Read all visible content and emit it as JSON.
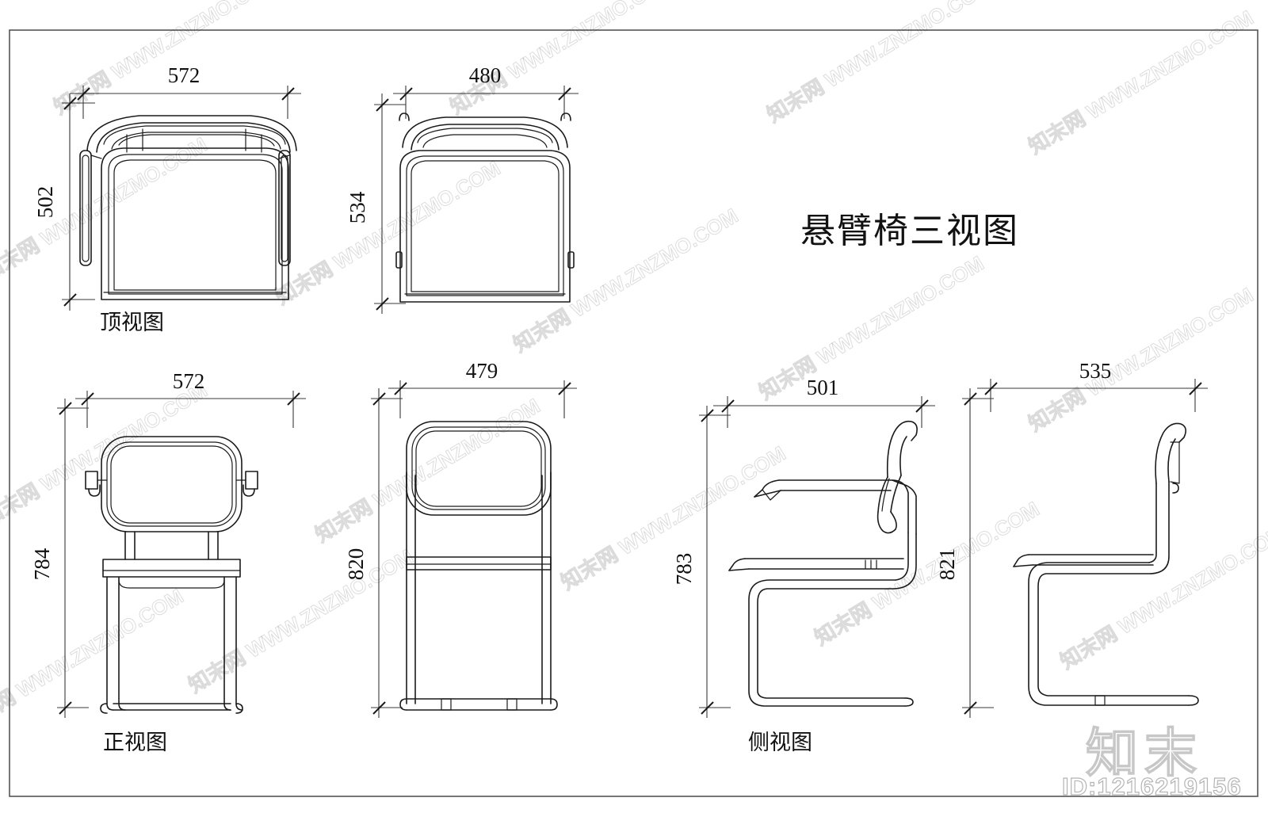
{
  "document": {
    "title": "悬臂椅三视图",
    "id_label": "ID:1216219156",
    "watermark_logo": "知末",
    "watermark_text": "知末网 WWW.ZNZMO.COM",
    "background_color": "#ffffff",
    "line_color": "#1a1a1a",
    "border_color": "#555555"
  },
  "views": [
    {
      "key": "top_view_with_arms",
      "label": "顶视图",
      "width_dim": "572",
      "depth_dim": "502"
    },
    {
      "key": "top_view_plain",
      "label": "",
      "width_dim": "480",
      "depth_dim": "534"
    },
    {
      "key": "front_view_with_arms",
      "label": "正视图",
      "width_dim": "572",
      "height_dim": "784"
    },
    {
      "key": "front_view_plain",
      "label": "",
      "width_dim": "479",
      "height_dim": "820"
    },
    {
      "key": "side_view_with_arms",
      "label": "侧视图",
      "width_dim": "501",
      "height_dim": "783"
    },
    {
      "key": "side_view_plain",
      "label": "",
      "width_dim": "535",
      "height_dim": "821"
    }
  ],
  "dimensions": {
    "d572_top": "572",
    "d502": "502",
    "d480": "480",
    "d534": "534",
    "d572_front": "572",
    "d784": "784",
    "d479": "479",
    "d820": "820",
    "d501": "501",
    "d783": "783",
    "d535": "535",
    "d821": "821"
  },
  "labels": {
    "top_view": "顶视图",
    "front_view": "正视图",
    "side_view": "侧视图"
  }
}
